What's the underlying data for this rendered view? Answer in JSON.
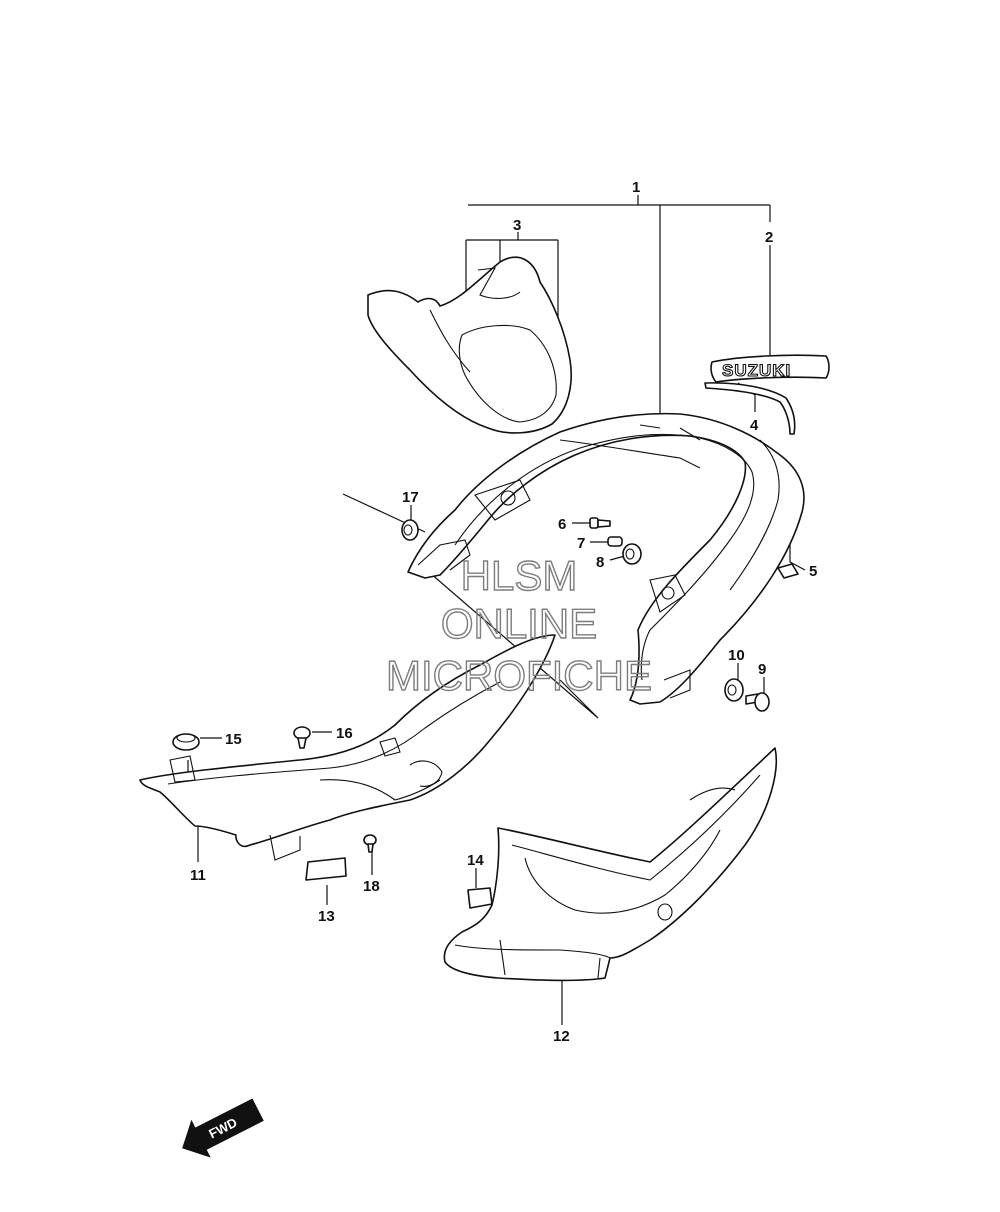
{
  "callouts": {
    "c1": "1",
    "c2": "2",
    "c3": "3",
    "c4": "4",
    "c5": "5",
    "c6": "6",
    "c7": "7",
    "c8": "8",
    "c9": "9",
    "c10": "10",
    "c11": "11",
    "c12": "12",
    "c13": "13",
    "c14": "14",
    "c15": "15",
    "c16": "16",
    "c17": "17",
    "c18": "18"
  },
  "emblem_text": "SUZUKI",
  "watermark": {
    "line1": "HLSM",
    "line2": "ONLINE",
    "line3": "MICROFICHE"
  },
  "direction_label": "FWD"
}
